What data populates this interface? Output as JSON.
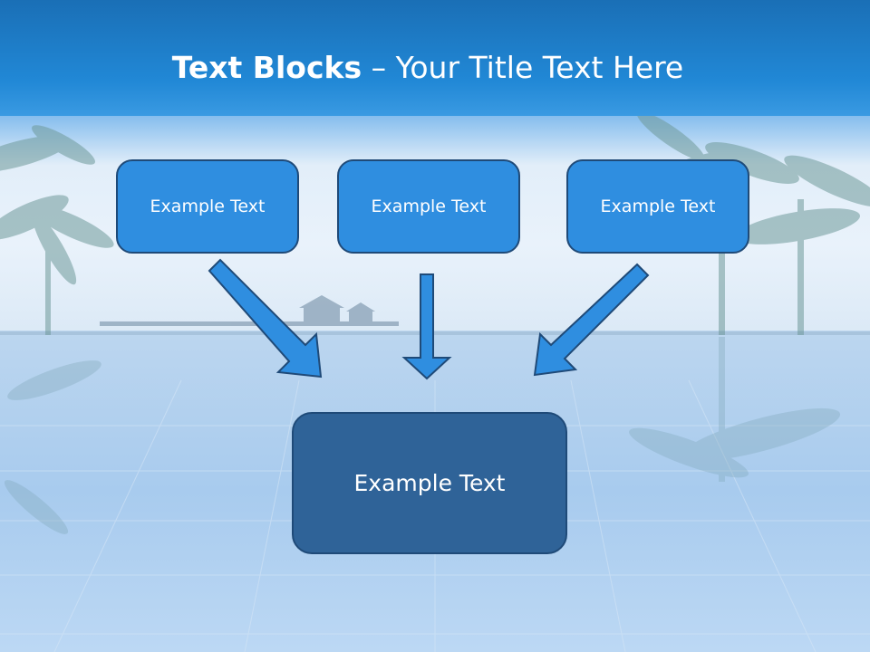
{
  "slide": {
    "title_bold": "Text Blocks",
    "title_separator": "–",
    "title_rest": "Your Title Text Here"
  },
  "diagram": {
    "top_boxes": [
      {
        "label": "Example Text"
      },
      {
        "label": "Example Text"
      },
      {
        "label": "Example Text"
      }
    ],
    "result_box": {
      "label": "Example Text"
    }
  },
  "colors": {
    "header": "#1e82d0",
    "top_box_fill": "#2f8ee0",
    "result_box_fill": "#2f6398",
    "arrow_fill": "#2f8ee0",
    "outline": "#1f4a78"
  }
}
